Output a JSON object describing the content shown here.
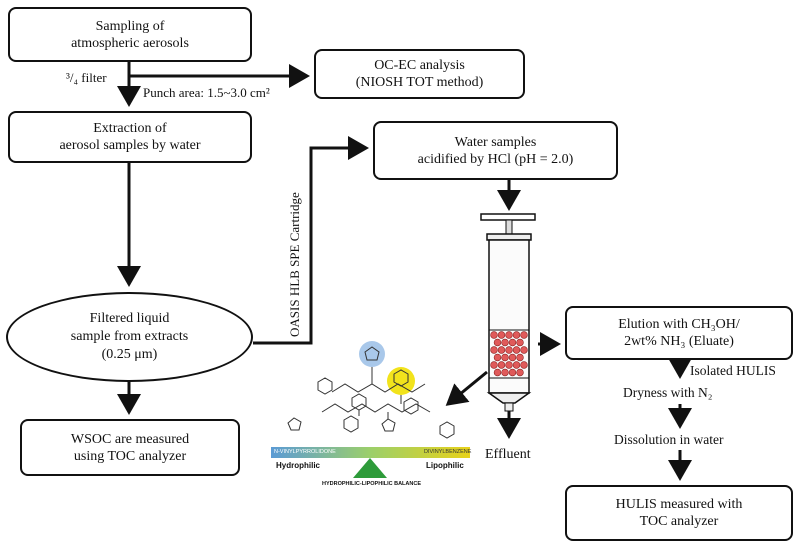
{
  "boxes": {
    "sampling": [
      "Sampling of",
      "atmospheric aerosols"
    ],
    "ocec": [
      "OC-EC analysis",
      "(NIOSH TOT method)"
    ],
    "extraction": [
      "Extraction of",
      "aerosol samples by water"
    ],
    "water_samples": [
      "Water samples",
      "acidified by HCl (pH = 2.0)"
    ],
    "filtered": [
      "Filtered liquid",
      "sample from extracts",
      "(0.25 μm)"
    ],
    "wsoc": [
      "WSOC are measured",
      "using TOC analyzer"
    ],
    "elution": [
      "Elution with CH₃OH/",
      "2wt% NH₃ (Eluate)"
    ],
    "hulis": [
      "HULIS measured with",
      "TOC analyzer"
    ]
  },
  "labels": {
    "filter": "³/₄ filter",
    "punch": "Punch area: 1.5~3.0 cm²",
    "cartridge": "OASIS HLB SPE Cartridge",
    "effluent": "Effluent",
    "isolated": "Isolated HULIS",
    "dryness": "Dryness with N₂",
    "dissolution": "Dissolution in water"
  },
  "chemistry": {
    "left_monomer": "N-VINYLPYRROLIDONE",
    "right_monomer": "DIVINYLBENZENE",
    "hydrophilic": "Hydrophilic",
    "lipophilic": "Lipophilic",
    "balance": "HYDROPHILIC-LIPOPHILIC BALANCE"
  },
  "colors": {
    "ink": "#111111",
    "beads": "#e05a5a",
    "gradient_left": "#5b9bd5",
    "gradient_right": "#e8d21a",
    "balance_green": "#2e9b3a",
    "highlight_blue": "#a9c8ea",
    "highlight_yellow": "#f2e31c"
  }
}
